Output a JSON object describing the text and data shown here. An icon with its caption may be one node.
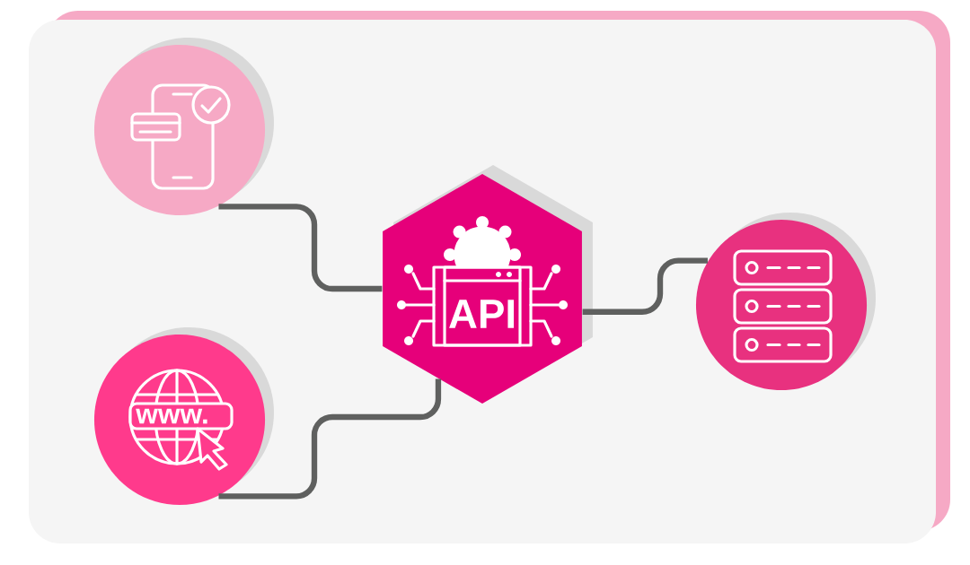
{
  "diagram": {
    "nodes": [
      {
        "text": [],
        "shape": "circle"
      },
      {
        "text": [
          "www."
        ]
      },
      {
        "text": [
          "API"
        ]
      },
      {
        "text": [],
        "shape": "circle"
      }
    ],
    "edges": [
      {
        "from": 0,
        "to": 2,
        "arrow": "none"
      },
      {
        "from": 1,
        "to": 2,
        "arrow": "none"
      },
      {
        "from": 2,
        "to": 3,
        "arrow": "none"
      }
    ]
  }
}
